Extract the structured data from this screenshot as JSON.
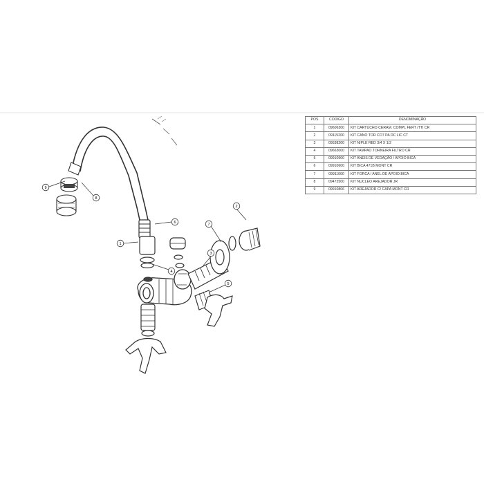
{
  "table": {
    "headers": {
      "pos": "POS",
      "code": "CODIGO",
      "description": "DENOMINAÇÃO"
    },
    "rows": [
      {
        "pos": "1",
        "code": "09606300",
        "description": "KIT CARTUCHO CERAM. COMPL FERT /TTI CR"
      },
      {
        "pos": "2",
        "code": "09115200",
        "description": "KIT CANO TOR CO7 PA DC LIC CT"
      },
      {
        "pos": "3",
        "code": "09538200",
        "description": "KIT NIPLE RED 3/4 X 1/2"
      },
      {
        "pos": "4",
        "code": "09663000",
        "description": "KIT TAMPAO TORNEIRA FILTRO CR"
      },
      {
        "pos": "5",
        "code": "09910900",
        "description": "KIT ANEIS DE VEDAÇÃO / APOIO BICA"
      },
      {
        "pos": "6",
        "code": "09910600",
        "description": "KIT BICA 471B MONT CR"
      },
      {
        "pos": "7",
        "code": "09911000",
        "description": "KIT FORCA / ANEL DE APOIO BICA"
      },
      {
        "pos": "8",
        "code": "09472500",
        "description": "KIT NUCLEO AREJADOR JR"
      },
      {
        "pos": "9",
        "code": "09910806",
        "description": "KIT AREJADOR C/ CAPA MONT CR"
      }
    ]
  },
  "callouts": [
    "9",
    "8",
    "6",
    "1",
    "2",
    "7",
    "4",
    "3",
    "5"
  ],
  "colors": {
    "line": "#333333",
    "rule": "#777777",
    "background": "#ffffff"
  }
}
